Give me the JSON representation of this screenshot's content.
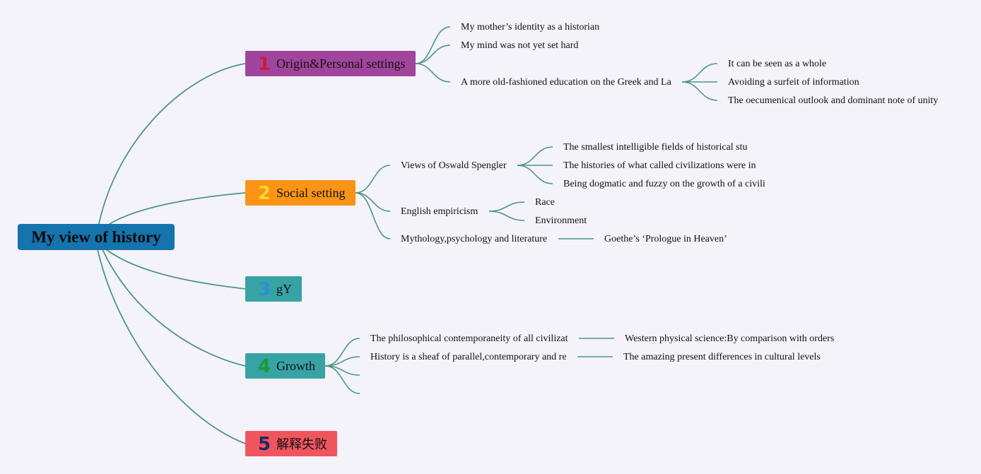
{
  "root": {
    "label": "My view of history",
    "color": "#1573ad"
  },
  "topics": [
    {
      "number": "1",
      "number_color": "#d21a3c",
      "label": "Origin&Personal settings",
      "color": "#a1449c",
      "children": [
        {
          "label": "My mother’s identity as a historian"
        },
        {
          "label": "My mind was not yet set hard"
        },
        {
          "label": "A more old-fashioned education on the Greek and La",
          "children": [
            {
              "label": "It can be seen as a whole"
            },
            {
              "label": "Avoiding a surfeit of information"
            },
            {
              "label": "The oecumenical outlook and dominant note of unity"
            }
          ]
        }
      ]
    },
    {
      "number": "2",
      "number_color": "#f7d534",
      "label": "Social setting",
      "color": "#f99416",
      "children": [
        {
          "label": "Views of Oswald Spengler",
          "children": [
            {
              "label": "The smallest intelligible fields of historical stu"
            },
            {
              "label": "The histories of what called civilizations were in"
            },
            {
              "label": "Being dogmatic and fuzzy on the growth of a civili"
            }
          ]
        },
        {
          "label": "English empiricism",
          "children": [
            {
              "label": "Race"
            },
            {
              "label": "Environment"
            }
          ]
        },
        {
          "label": "Mythology,psychology and literature",
          "children": [
            {
              "label": "Goethe’s ‘Prologue in Heaven’"
            }
          ]
        }
      ]
    },
    {
      "number": "3",
      "number_color": "#2e8fd6",
      "label": "gY",
      "color": "#38a3a5",
      "children": []
    },
    {
      "number": "4",
      "number_color": "#1d9a34",
      "label": "Growth",
      "color": "#38a3a5",
      "children": [
        {
          "label": "The philosophical contemporaneity of all civilizat",
          "children": [
            {
              "label": "Western physical science:By comparison with orders"
            }
          ]
        },
        {
          "label": "History is a sheaf of parallel,contemporary and re",
          "children": [
            {
              "label": "The amazing present differences in cultural levels"
            }
          ]
        },
        {
          "label": ""
        },
        {
          "label": ""
        }
      ]
    },
    {
      "number": "5",
      "number_color": "#1b2a6b",
      "label": "解释失败",
      "color": "#f0555e",
      "children": []
    }
  ],
  "link_color": "#4e9584",
  "background": "#f4f3f9"
}
